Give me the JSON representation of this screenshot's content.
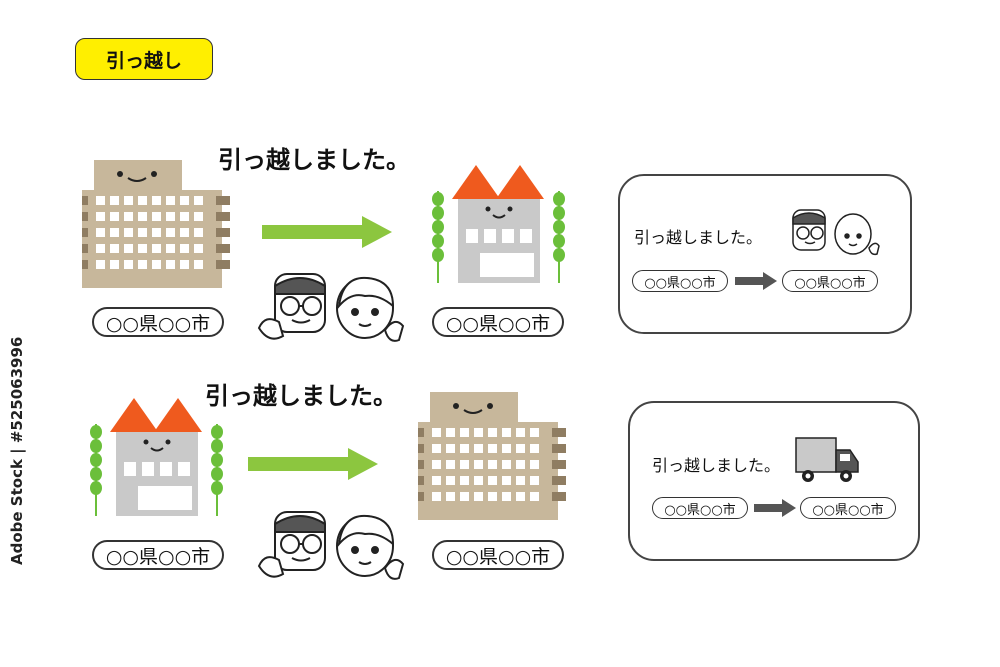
{
  "title_tag": "引っ越し",
  "scene_top": {
    "heading": "引っ越しました。",
    "from_label": "○○県○○市",
    "to_label": "○○県○○市"
  },
  "scene_bottom": {
    "heading": "引っ越しました。",
    "from_label": "○○県○○市",
    "to_label": "○○県○○市"
  },
  "panel_top": {
    "text": "引っ越しました。",
    "from_label": "○○県○○市",
    "to_label": "○○県○○市"
  },
  "panel_bottom": {
    "text": "引っ越しました。",
    "from_label": "○○県○○市",
    "to_label": "○○県○○市"
  },
  "watermark": "Adobe Stock | #525063996",
  "colors": {
    "tag_yellow": "#ffef00",
    "arrow_green": "#8cc63f",
    "roof_orange": "#ef5a1e",
    "apartment_tan": "#c7b79b",
    "house_gray": "#c9c9c9",
    "tree_green": "#6bbf3a",
    "dark_arrow": "#555555"
  }
}
